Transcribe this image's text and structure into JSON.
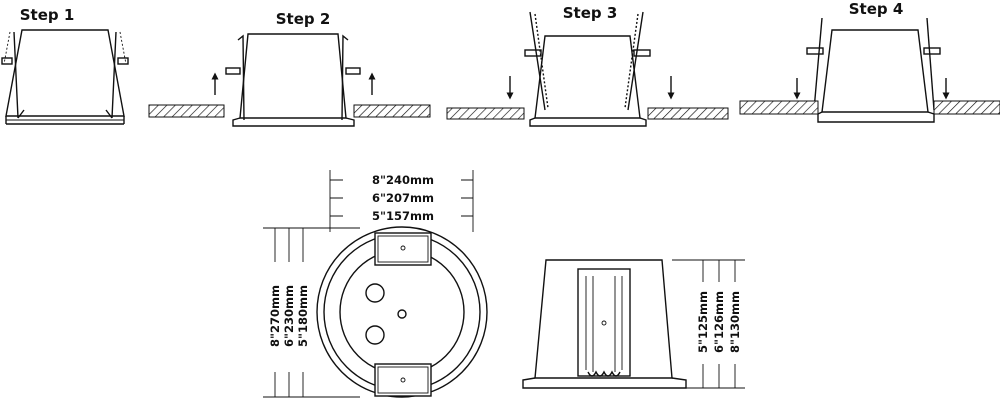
{
  "steps": [
    {
      "label": "Step 1"
    },
    {
      "label": "Step 2"
    },
    {
      "label": "Step 3"
    },
    {
      "label": "Step 4"
    }
  ],
  "top_view": {
    "widths": [
      "8\"240mm",
      "6\"207mm",
      "5\"157mm"
    ],
    "heights": [
      "8\"270mm",
      "6\"230mm",
      "5\"180mm"
    ]
  },
  "side_view": {
    "heights": [
      "5\"125mm",
      "6\"126mm",
      "8\"130mm"
    ]
  },
  "colors": {
    "ink": "#111111",
    "background": "#ffffff"
  }
}
